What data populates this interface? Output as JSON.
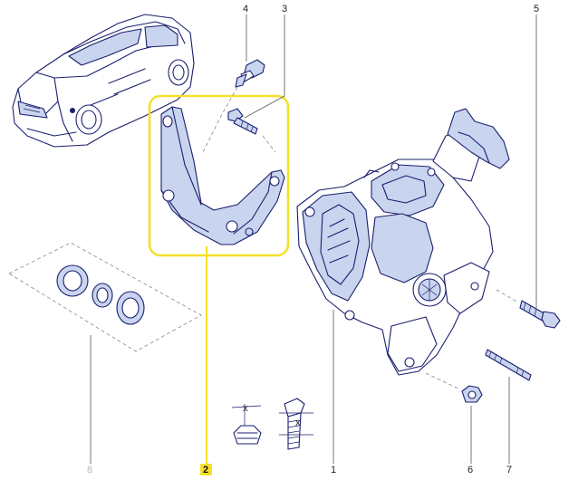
{
  "diagram": {
    "callouts": [
      {
        "id": "4",
        "label": "4"
      },
      {
        "id": "3",
        "label": "3"
      },
      {
        "id": "5",
        "label": "5"
      },
      {
        "id": "8",
        "label": "8"
      },
      {
        "id": "2",
        "label": "2"
      },
      {
        "id": "1",
        "label": "1"
      },
      {
        "id": "6",
        "label": "6"
      },
      {
        "id": "7",
        "label": "7"
      }
    ],
    "highlight": {
      "callout": "2",
      "color": "#f5e02a"
    },
    "dimmed_callout": "8",
    "torque_legend": {
      "marks": [
        "x",
        "x"
      ]
    }
  }
}
